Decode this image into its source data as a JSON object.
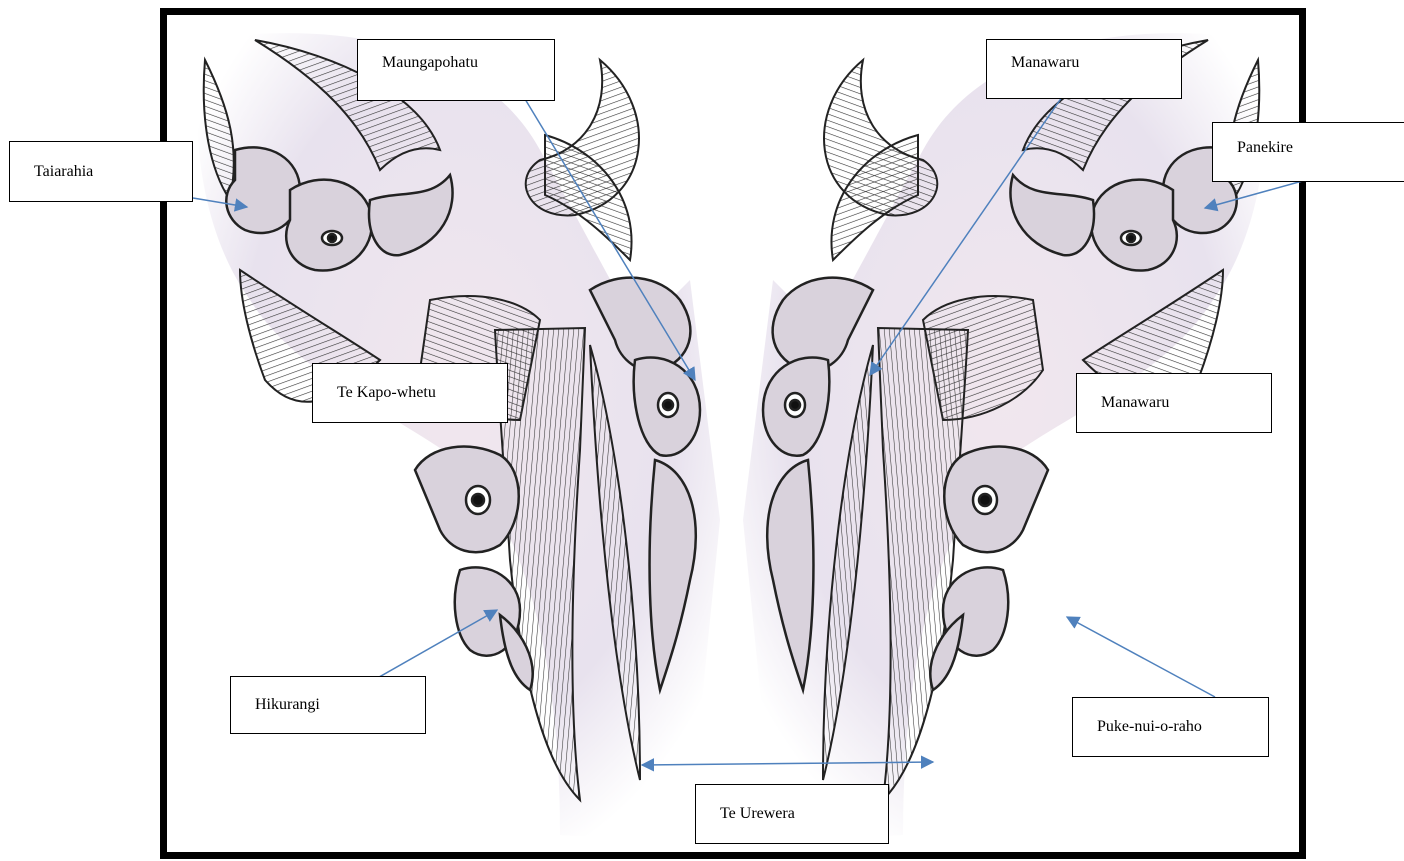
{
  "labels": {
    "taiarahia": "Taiarahia",
    "maungapohatu": "Maungapohatu",
    "manawaru_top": "Manawaru",
    "panekire": "Panekire",
    "te_kapo_whetu": "Te Kapo-whetu",
    "manawaru_right": "Manawaru",
    "hikurangi": "Hikurangi",
    "puke_nui_o_raho": "Puke-nui-o-raho",
    "te_urewera": "Te Urewera"
  },
  "colors": {
    "arrow": "#4f81bd",
    "ink": "#222222",
    "paper": "#f3eef4",
    "shade": "#e6dce8"
  },
  "icons": [
    "arrowhead-icon"
  ]
}
